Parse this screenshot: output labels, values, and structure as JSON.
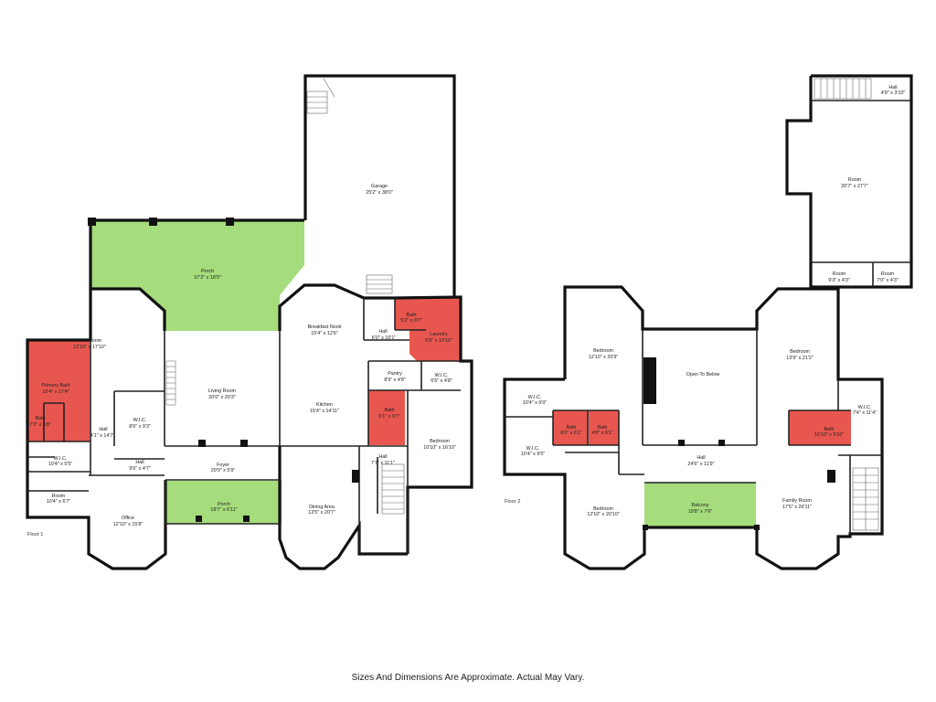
{
  "colors": {
    "porch": "#a5dc7c",
    "bath": "#e8574f",
    "wall": "#111111",
    "background": "#ffffff"
  },
  "floor1": {
    "label": "Floor 1",
    "rooms": {
      "garage": {
        "name": "Garage",
        "dims": "25'2\" x 38'0\""
      },
      "porch_top": {
        "name": "Porch",
        "dims": "37'2\" x 18'9\""
      },
      "room_left": {
        "name": "Room",
        "dims": "12'10\" x 17'10\""
      },
      "primary_bath": {
        "name": "Primary Bath",
        "dims": "10'4\" x 17'4\""
      },
      "bath_small": {
        "name": "Bath",
        "dims": "7'3\" x 6'8\""
      },
      "hall_left": {
        "name": "Hall",
        "dims": "4'1\" x 14'7\""
      },
      "wic_mid": {
        "name": "W.I.C.",
        "dims": "8'6\" x 9'3\""
      },
      "living": {
        "name": "Living Room",
        "dims": "20'0\" x 20'3\""
      },
      "breakfast": {
        "name": "Breakfast Nook",
        "dims": "15'4\" x 12'6\""
      },
      "hall_top": {
        "name": "Hall",
        "dims": "6'0\" x 10'1\""
      },
      "bath_top": {
        "name": "Bath",
        "dims": "5'2\" x 8'7\""
      },
      "laundry": {
        "name": "Laundry",
        "dims": "6'9\" x 10'10\""
      },
      "pantry": {
        "name": "Pantry",
        "dims": "8'9\" x 4'8\""
      },
      "wic_right": {
        "name": "W.I.C.",
        "dims": "6'5\" x 4'8\""
      },
      "kitchen": {
        "name": "Kitchen",
        "dims": "15'4\" x 14'11\""
      },
      "bath_mid": {
        "name": "Bath",
        "dims": "6'1\" x 9'7\""
      },
      "bedroom": {
        "name": "Bedroom",
        "dims": "10'10\" x 16'10\""
      },
      "wic_low": {
        "name": "W.I.C.",
        "dims": "10'4\" x 5'5\""
      },
      "hall_low": {
        "name": "Hall",
        "dims": "9'6\" x 4'7\""
      },
      "foyer": {
        "name": "Foyer",
        "dims": "20'0\" x 5'9\""
      },
      "hall_right": {
        "name": "Hall",
        "dims": "7'7\" x 11'1\""
      },
      "room_low": {
        "name": "Room",
        "dims": "10'4\" x 6'7\""
      },
      "office": {
        "name": "Office",
        "dims": "12'10\" x 15'8\""
      },
      "porch_low": {
        "name": "Porch",
        "dims": "19'7\" x 6'11\""
      },
      "dining": {
        "name": "Dining Area",
        "dims": "13'5\" x 20'7\""
      }
    }
  },
  "floor2": {
    "label": "Floor 2",
    "rooms": {
      "hall_top": {
        "name": "Hall",
        "dims": "4'9\" x 3'10\""
      },
      "room_big": {
        "name": "Room",
        "dims": "20'7\" x 27'7\""
      },
      "room_a": {
        "name": "Room",
        "dims": "9'3\" x 4'3\""
      },
      "room_b": {
        "name": "Room",
        "dims": "7'0\" x 4'3\""
      },
      "bedroom_nw": {
        "name": "Bedroom",
        "dims": "12'10\" x 20'9\""
      },
      "open_below": {
        "name": "Open To Below",
        "dims": ""
      },
      "bedroom_ne": {
        "name": "Bedroom",
        "dims": "13'9\" x 21'2\""
      },
      "wic_a": {
        "name": "W.I.C.",
        "dims": "10'4\" x 6'0\""
      },
      "bath_a": {
        "name": "Bath",
        "dims": "6'0\" x 6'1\""
      },
      "bath_b": {
        "name": "Bath",
        "dims": "4'8\" x 6'1\""
      },
      "wic_b": {
        "name": "W.I.C.",
        "dims": "7'4\" x 11'4\""
      },
      "bath_c": {
        "name": "Bath",
        "dims": "10'10\" x 5'10\""
      },
      "wic_c": {
        "name": "W.I.C.",
        "dims": "10'4\" x 9'5\""
      },
      "hall": {
        "name": "Hall",
        "dims": "24'6\" x 11'9\""
      },
      "bedroom_sw": {
        "name": "Bedroom",
        "dims": "12'10\" x 20'10\""
      },
      "balcony": {
        "name": "Balcony",
        "dims": "19'8\" x 7'6\""
      },
      "family": {
        "name": "Family Room",
        "dims": "17'5\" x 26'11\""
      }
    }
  },
  "disclaimer": "Sizes And Dimensions Are Approximate. Actual May Vary."
}
